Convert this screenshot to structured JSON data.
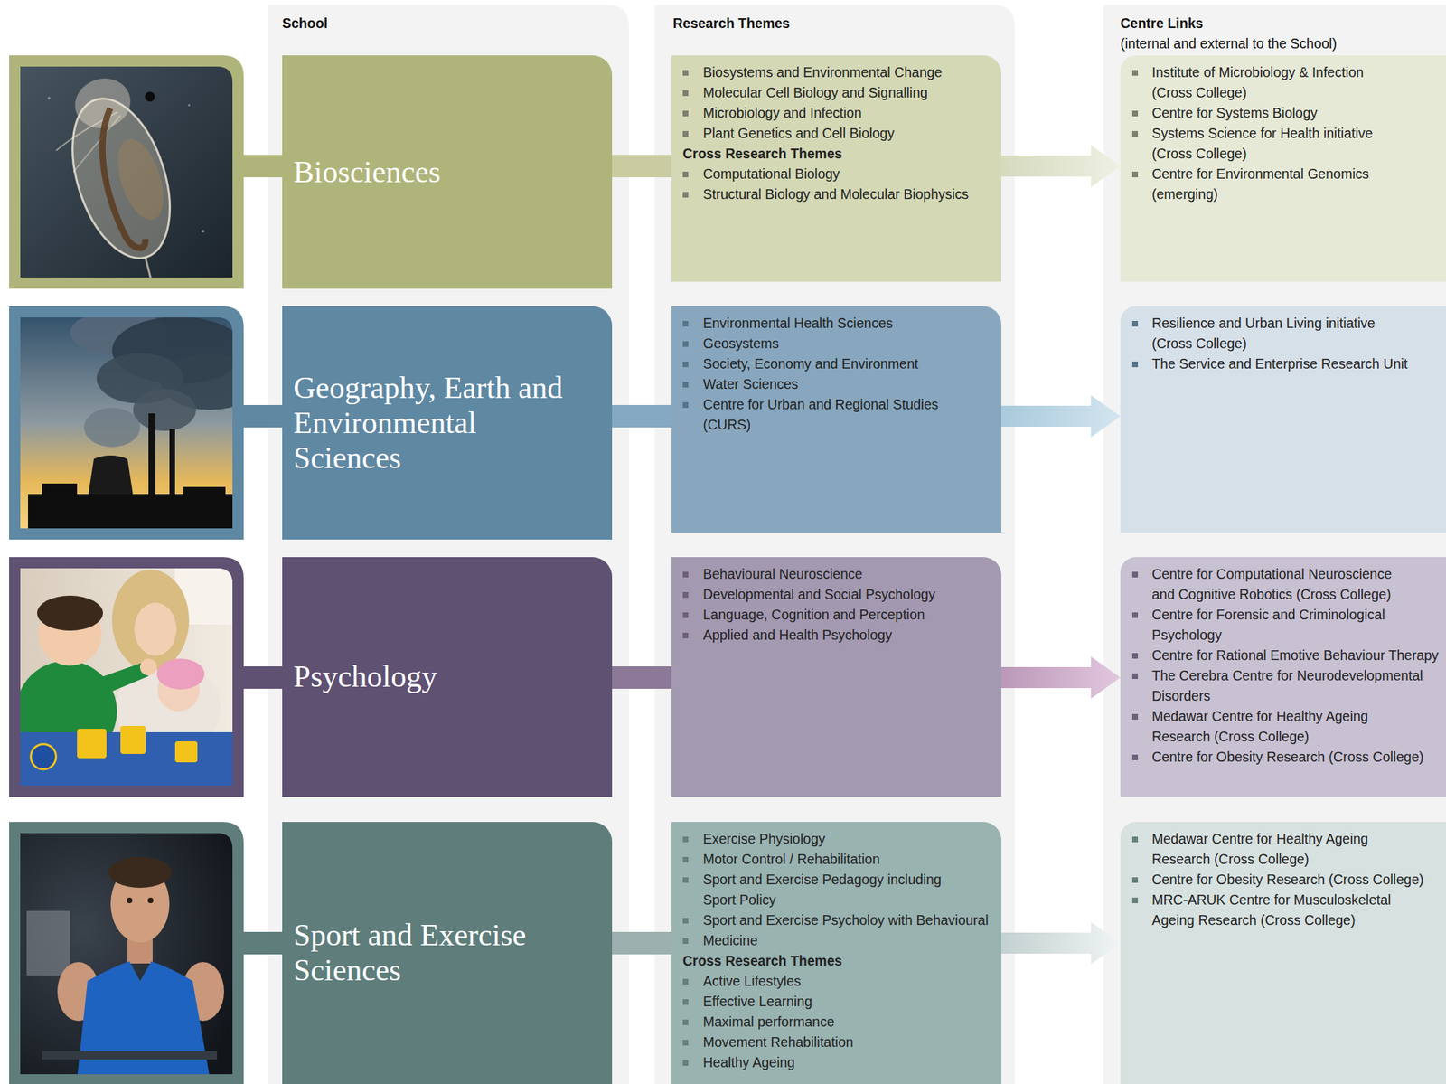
{
  "diagram": {
    "nodes": [
      {
        "text": [
          "Biosciences"
        ]
      },
      {
        "text": [
          "Biosystems and Environmental Change",
          "Molecular Cell Biology and Signalling",
          "Microbiology and Infection",
          "Plant Genetics and Cell Biology",
          "Cross Research Themes",
          "Computational Biology",
          "Structural Biology and Molecular Biophysics"
        ]
      },
      {
        "text": [
          "Institute of Microbiology & Infection (Cross College)",
          "Centre for Systems Biology",
          "Systems Science for Health initiative (Cross College)",
          "Centre for Environmental Genomics (emerging)"
        ]
      },
      {
        "text": [
          "Geography, Earth and Environmental Sciences"
        ]
      },
      {
        "text": [
          "Environmental Health Sciences",
          "Geosystems",
          "Society, Economy and Environment",
          "Water Sciences",
          "Centre for Urban and Regional Studies (CURS)"
        ]
      },
      {
        "text": [
          "Resilience and Urban Living initiative (Cross College)",
          "The Service and Enterprise Research Unit"
        ]
      },
      {
        "text": [
          "Psychology"
        ]
      },
      {
        "text": [
          "Behavioural Neuroscience",
          "Developmental and Social Psychology",
          "Language, Cognition and Perception",
          "Applied and Health Psychology"
        ]
      },
      {
        "text": [
          "Centre for Computational Neuroscience and Cognitive Robotics (Cross College)",
          "Centre for Forensic and Criminological Psychology",
          "Centre for Rational Emotive Behaviour Therapy",
          "The Cerebra Centre for Neurodevelopmental Disorders",
          "Medawar Centre for Healthy Ageing Research (Cross College)",
          "Centre for Obesity Research (Cross College)"
        ]
      },
      {
        "text": [
          "Sport and Exercise Sciences"
        ]
      },
      {
        "text": [
          "Exercise Physiology",
          "Motor Control / Rehabilitation",
          "Sport and Exercise Pedagogy including Sport Policy",
          "Sport and Exercise Psycholoy with Behavioural",
          "Medicine",
          "Cross Research Themes",
          "Active Lifestyles",
          "Effective Learning",
          "Maximal performance",
          "Movement Rehabilitation",
          "Healthy Ageing"
        ]
      },
      {
        "text": [
          "Medawar Centre for Healthy Ageing Research (Cross College)",
          "Centre for Obesity Research (Cross College)",
          "MRC-ARUK Centre for Musculoskeletal Ageing Research (Cross College)"
        ]
      }
    ],
    "edges": [
      {
        "from": 0,
        "to": 1,
        "arrow": "none"
      },
      {
        "from": 1,
        "to": 2,
        "arrow": "to"
      },
      {
        "from": 3,
        "to": 4,
        "arrow": "none"
      },
      {
        "from": 4,
        "to": 5,
        "arrow": "to"
      },
      {
        "from": 6,
        "to": 7,
        "arrow": "none"
      },
      {
        "from": 7,
        "to": 8,
        "arrow": "to"
      },
      {
        "from": 9,
        "to": 10,
        "arrow": "none"
      },
      {
        "from": 10,
        "to": 11,
        "arrow": "to"
      }
    ],
    "labels": [
      "School",
      "Research Themes",
      "Centre Links",
      "(internal and external to the School)"
    ]
  }
}
